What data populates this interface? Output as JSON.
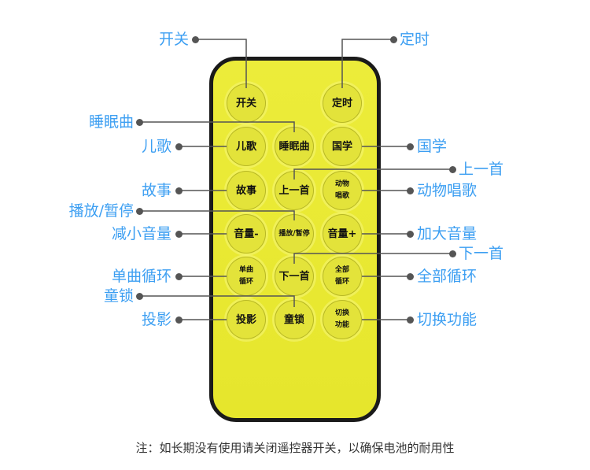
{
  "buttons": [
    {
      "id": "power",
      "label": "开关"
    },
    {
      "id": "timer",
      "label": "定时"
    },
    {
      "id": "nursery-rhymes",
      "label": "儿歌"
    },
    {
      "id": "lullaby",
      "label": "睡眠曲"
    },
    {
      "id": "chinese-classics",
      "label": "国学"
    },
    {
      "id": "stories",
      "label": "故事"
    },
    {
      "id": "previous",
      "label": "上一首"
    },
    {
      "id": "animal-songs",
      "label": "动物\n唱歌"
    },
    {
      "id": "volume-down",
      "label": "音量-"
    },
    {
      "id": "play-pause",
      "label": "播放/暂停"
    },
    {
      "id": "volume-up",
      "label": "音量+"
    },
    {
      "id": "single-loop",
      "label": "单曲\n循环"
    },
    {
      "id": "next",
      "label": "下一首"
    },
    {
      "id": "loop-all",
      "label": "全部\n循环"
    },
    {
      "id": "projection",
      "label": "投影"
    },
    {
      "id": "child-lock",
      "label": "童锁"
    },
    {
      "id": "switch-function",
      "label": "切换\n功能"
    }
  ],
  "callouts": [
    {
      "for": "power",
      "text": "开关"
    },
    {
      "for": "timer",
      "text": "定时"
    },
    {
      "for": "lullaby",
      "text": "睡眠曲"
    },
    {
      "for": "nursery-rhymes",
      "text": "儿歌"
    },
    {
      "for": "chinese-classics",
      "text": "国学"
    },
    {
      "for": "previous",
      "text": "上一首"
    },
    {
      "for": "stories",
      "text": "故事"
    },
    {
      "for": "animal-songs",
      "text": "动物唱歌"
    },
    {
      "for": "play-pause",
      "text": "播放/暂停"
    },
    {
      "for": "volume-down",
      "text": "减小音量"
    },
    {
      "for": "volume-up",
      "text": "加大音量"
    },
    {
      "for": "next",
      "text": "下一首"
    },
    {
      "for": "single-loop",
      "text": "单曲循环"
    },
    {
      "for": "loop-all",
      "text": "全部循环"
    },
    {
      "for": "child-lock",
      "text": "童锁"
    },
    {
      "for": "projection",
      "text": "投影"
    },
    {
      "for": "switch-function",
      "text": "切换功能"
    }
  ],
  "footnote": "注：如长期没有使用请关闭遥控器开关，以确保电池的耐用性",
  "colors": {
    "remote_body": "#e8e830",
    "remote_border": "#1a1a1a",
    "callout_text": "#3d9ff2",
    "leader_line": "#555555"
  }
}
